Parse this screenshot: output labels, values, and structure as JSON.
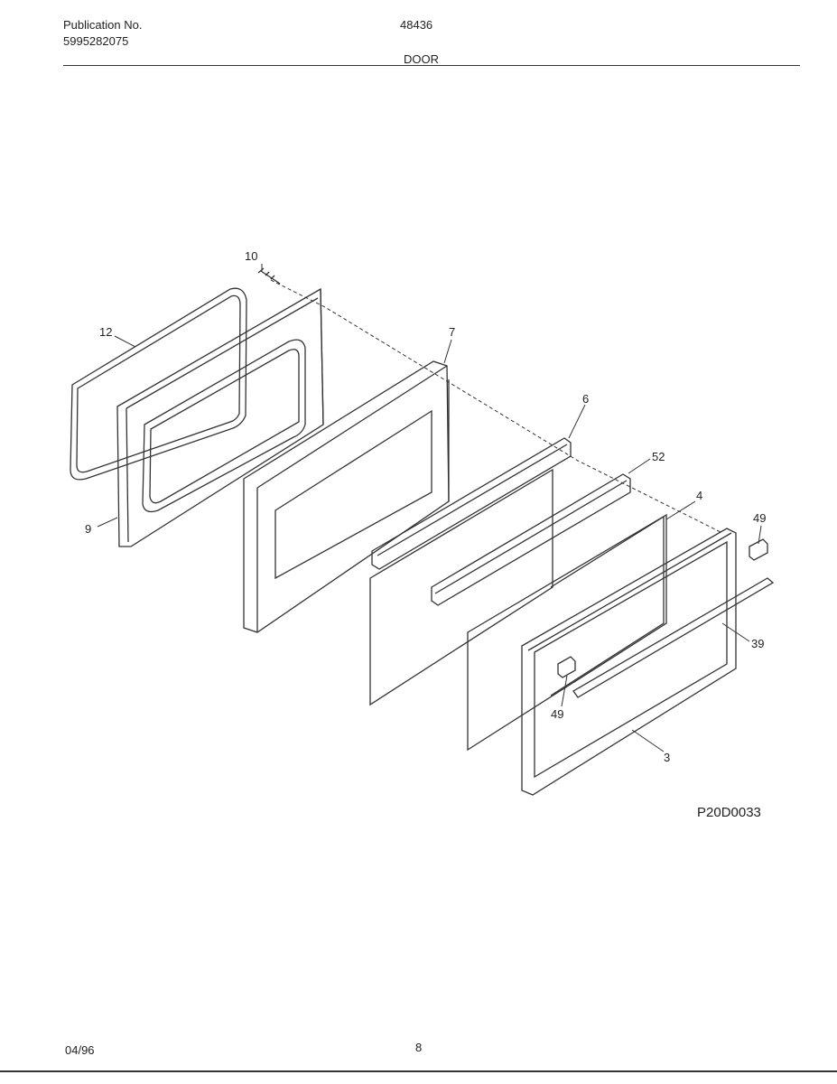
{
  "header": {
    "publication_label": "Publication No.",
    "publication_number": "5995282075",
    "model": "48436",
    "section": "DOOR"
  },
  "diagram": {
    "part_labels": [
      "10",
      "12",
      "7",
      "6",
      "52",
      "4",
      "49",
      "39",
      "49",
      "3",
      "9"
    ],
    "figure_code": "P20D0033"
  },
  "footer": {
    "date": "04/96",
    "page": "8"
  }
}
